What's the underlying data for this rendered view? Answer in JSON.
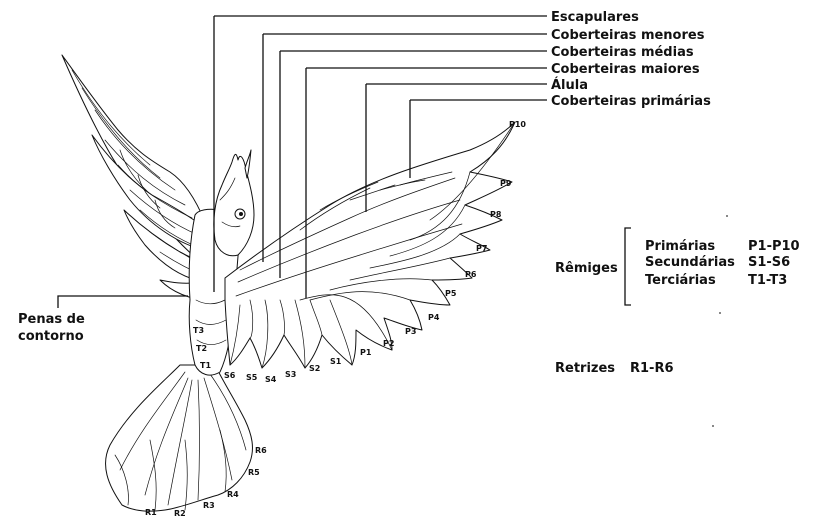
{
  "callouts": [
    "Escapulares",
    "Coberteiras menores",
    "Coberteiras médias",
    "Coberteiras maiores",
    "Álula",
    "Coberteiras primárias"
  ],
  "contour_label": {
    "line1": "Penas de",
    "line2": "contorno"
  },
  "remiges": {
    "title": "Rêmiges",
    "rows": [
      {
        "name": "Primárias",
        "range": "P1-P10"
      },
      {
        "name": "Secundárias",
        "range": "S1-S6"
      },
      {
        "name": "Terciárias",
        "range": "T1-T3"
      }
    ]
  },
  "retrizes": {
    "title": "Retrizes",
    "range": "R1-R6"
  },
  "primary_labels": [
    "P1",
    "P2",
    "P3",
    "P4",
    "P5",
    "P6",
    "P7",
    "P8",
    "P9",
    "P10"
  ],
  "secondary_labels": [
    "S1",
    "S2",
    "S3",
    "S4",
    "S5",
    "S6"
  ],
  "tertiary_labels": [
    "T1",
    "T2",
    "T3"
  ],
  "tail_labels": [
    "R1",
    "R2",
    "R3",
    "R4",
    "R5",
    "R6"
  ]
}
